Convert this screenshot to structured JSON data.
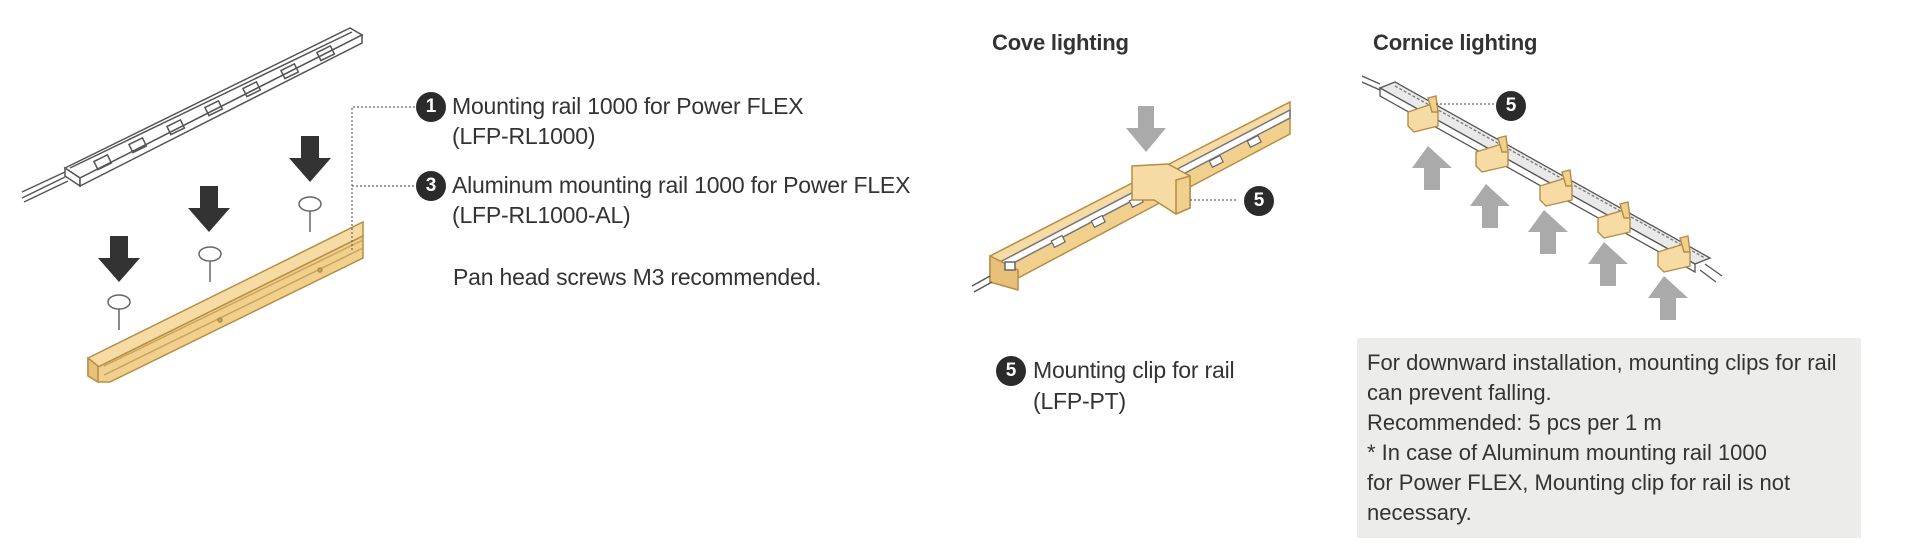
{
  "section_left": {
    "callouts": [
      {
        "num": "1",
        "title": "Mounting rail 1000 for Power FLEX",
        "code": "(LFP-RL1000)"
      },
      {
        "num": "3",
        "title": "Aluminum mounting rail 1000 for Power FLEX",
        "code": "(LFP-RL1000-AL)"
      }
    ],
    "screw_note": "Pan head screws M3 recommended."
  },
  "cove": {
    "heading": "Cove lighting",
    "callout_num": "5",
    "clip_title": "Mounting clip for rail",
    "clip_code": "(LFP-PT)"
  },
  "cornice": {
    "heading": "Cornice lighting",
    "callout_num": "5",
    "note_lines": [
      "For downward installation, mounting clips for rail",
      "can prevent falling.",
      "Recommended: 5 pcs per 1 m",
      "* In case of Aluminum mounting rail 1000",
      "for Power FLEX, Mounting clip for rail is not",
      "necessary."
    ]
  },
  "colors": {
    "rail": "#f6dba4",
    "rail_edge": "#c9a45c",
    "arrow_dark": "#333333",
    "arrow_gray": "#aaaaaa",
    "note_bg": "#ecedeb"
  }
}
